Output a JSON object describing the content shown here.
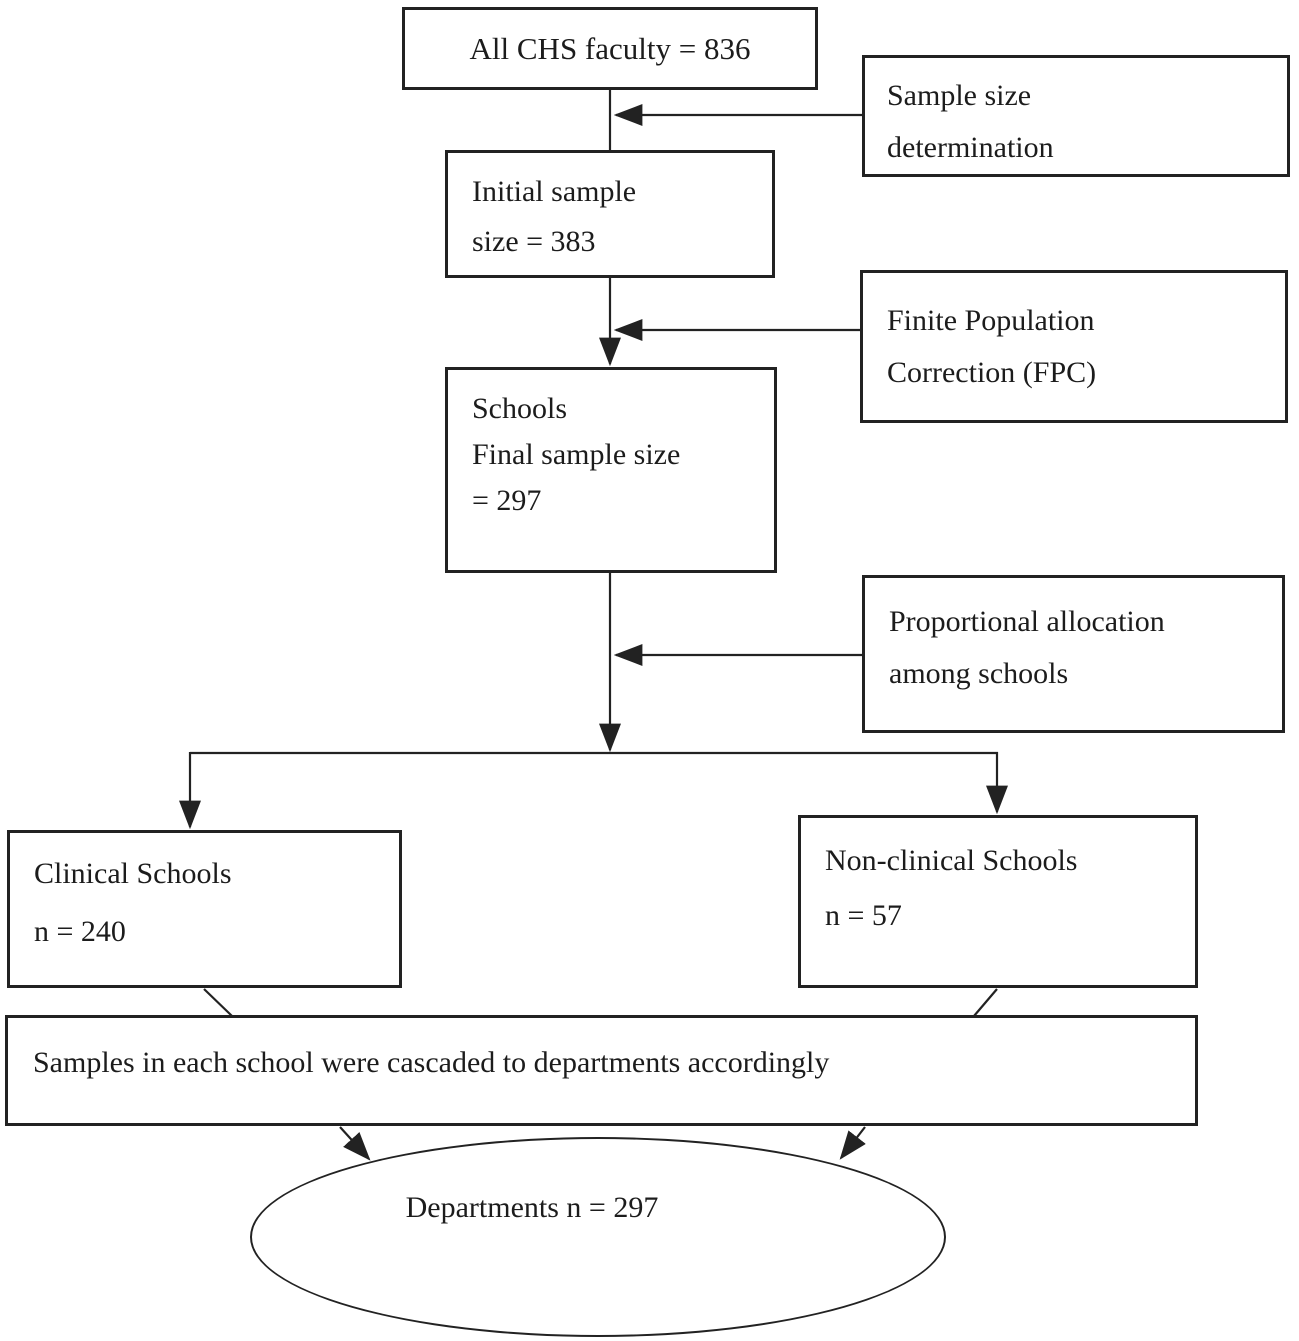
{
  "diagram": {
    "nodes": {
      "all_faculty": {
        "label": "All CHS faculty = 836"
      },
      "sample_size_determination": {
        "lines": [
          "Sample size",
          "determination"
        ]
      },
      "initial_sample": {
        "lines": [
          "Initial sample",
          "size = 383"
        ]
      },
      "fpc": {
        "lines": [
          "Finite Population",
          "Correction (FPC)"
        ]
      },
      "schools_final": {
        "lines": [
          "Schools",
          "Final sample size",
          "= 297"
        ]
      },
      "proportional_allocation": {
        "lines": [
          "Proportional allocation",
          "among schools"
        ]
      },
      "clinical_schools": {
        "title": "Clinical Schools",
        "count": "n = 240"
      },
      "nonclinical_schools": {
        "title": "Non-clinical Schools",
        "count": "n = 57"
      },
      "cascade": {
        "label": "Samples in each school were cascaded to departments accordingly"
      },
      "departments": {
        "label": "Departments n = 297"
      }
    },
    "colors": {
      "line": "#222222",
      "box_background": "#ffffff",
      "text": "#1c1c1c"
    }
  }
}
